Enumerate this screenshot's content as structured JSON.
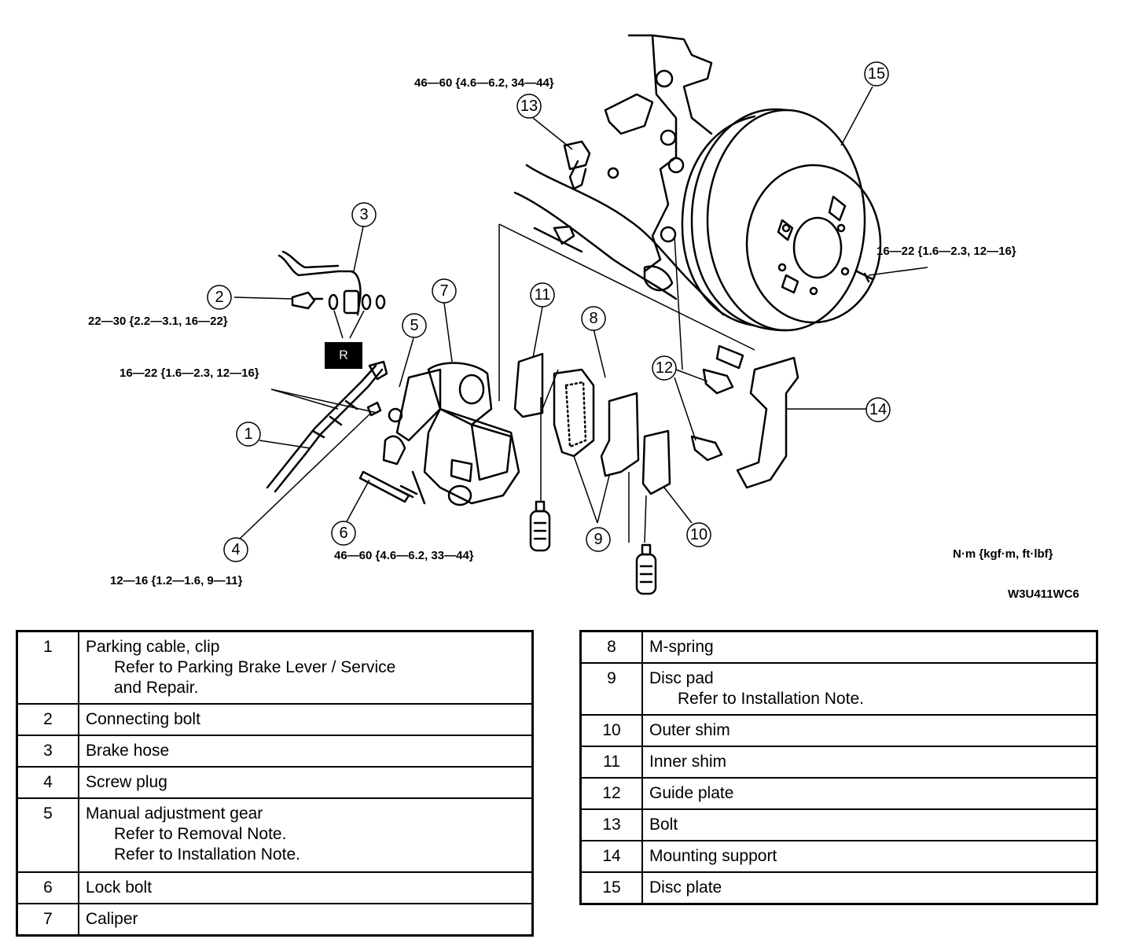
{
  "diagram": {
    "torque_labels": {
      "bolt13": "46—60 {4.6—6.2, 34—44}",
      "disc": "16—22 {1.6—2.3, 12—16}",
      "connecting_bolt": "22—30 {2.2—3.1, 16—22}",
      "parking_cable": "16—22 {1.6—2.3, 12—16}",
      "lock_bolt": "46—60 {4.6—6.2, 33—44}",
      "screw_plug": "12—16 {1.2—1.6, 9—11}"
    },
    "units": "N·m {kgf·m, ft·lbf}",
    "figure_code": "W3U411WC6",
    "replace_mark": "R",
    "callouts": {
      "c1": "1",
      "c2": "2",
      "c3": "3",
      "c4": "4",
      "c5": "5",
      "c6": "6",
      "c7": "7",
      "c8": "8",
      "c9": "9",
      "c10": "10",
      "c11": "11",
      "c12": "12",
      "c13": "13",
      "c14": "14",
      "c15": "15"
    }
  },
  "parts_table_left": [
    {
      "no": "1",
      "name": "Parking cable, clip",
      "notes": [
        "Refer to Parking Brake Lever / Service",
        "and Repair."
      ]
    },
    {
      "no": "2",
      "name": "Connecting bolt",
      "notes": []
    },
    {
      "no": "3",
      "name": "Brake hose",
      "notes": []
    },
    {
      "no": "4",
      "name": "Screw plug",
      "notes": []
    },
    {
      "no": "5",
      "name": "Manual adjustment gear",
      "notes": [
        "Refer to Removal Note.",
        "Refer to Installation Note."
      ]
    },
    {
      "no": "6",
      "name": "Lock bolt",
      "notes": []
    },
    {
      "no": "7",
      "name": "Caliper",
      "notes": []
    }
  ],
  "parts_table_right": [
    {
      "no": "8",
      "name": "M-spring",
      "notes": []
    },
    {
      "no": "9",
      "name": "Disc pad",
      "notes": [
        "Refer to Installation Note."
      ]
    },
    {
      "no": "10",
      "name": "Outer shim",
      "notes": []
    },
    {
      "no": "11",
      "name": "Inner shim",
      "notes": []
    },
    {
      "no": "12",
      "name": "Guide plate",
      "notes": []
    },
    {
      "no": "13",
      "name": "Bolt",
      "notes": []
    },
    {
      "no": "14",
      "name": "Mounting support",
      "notes": []
    },
    {
      "no": "15",
      "name": "Disc plate",
      "notes": []
    }
  ]
}
